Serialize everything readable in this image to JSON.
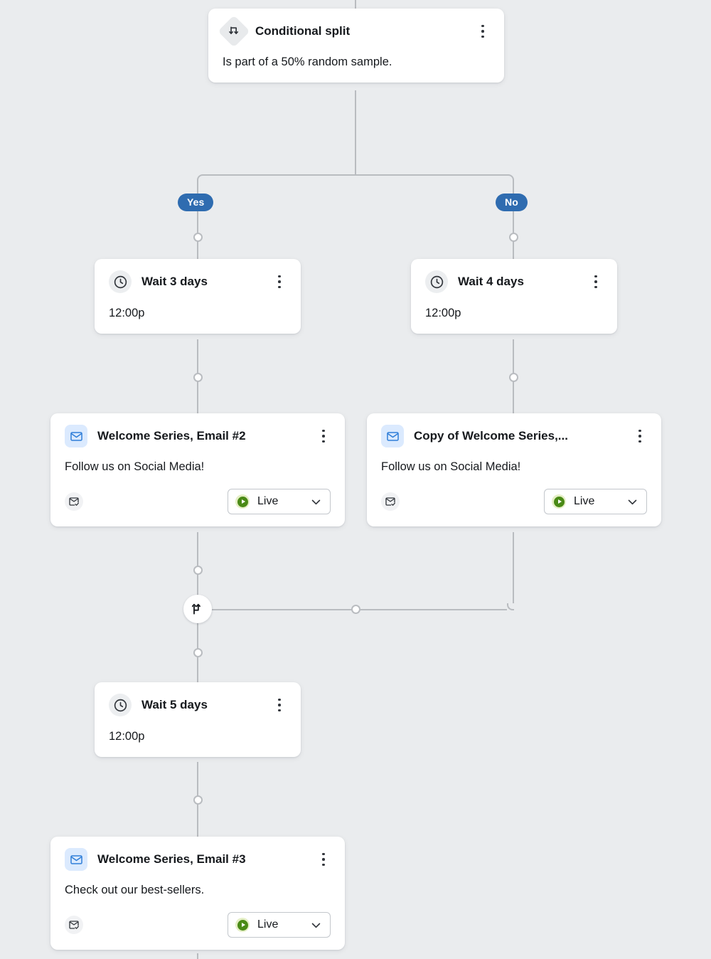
{
  "canvas": {
    "background": "#eaecee",
    "connector_color": "#b9bcc0",
    "accent_blue": "#2f6cb0",
    "status_green": "#4a8a16",
    "email_icon_blue": "#2f7ed8"
  },
  "nodes": {
    "conditional_split": {
      "icon": "split-arrows-icon",
      "title": "Conditional split",
      "description": "Is part of a 50% random sample.",
      "menu": "kebab-menu-icon"
    },
    "branches": [
      {
        "label": "Yes"
      },
      {
        "label": "No"
      }
    ],
    "wait_yes": {
      "icon": "clock-icon",
      "title": "Wait 3 days",
      "detail": "12:00p",
      "menu": "kebab-menu-icon"
    },
    "wait_no": {
      "icon": "clock-icon",
      "title": "Wait 4 days",
      "detail": "12:00p",
      "menu": "kebab-menu-icon"
    },
    "email_yes": {
      "icon": "envelope-icon",
      "title": "Welcome Series, Email #2",
      "subject": "Follow us on Social Media!",
      "foot_icon": "envelope-check-icon",
      "status": "Live",
      "status_icon": "play-circle-icon",
      "chevron": "chevron-down-icon",
      "menu": "kebab-menu-icon"
    },
    "email_no": {
      "icon": "envelope-icon",
      "title": "Copy of Welcome Series,...",
      "subject": "Follow us on Social Media!",
      "foot_icon": "envelope-check-icon",
      "status": "Live",
      "status_icon": "play-circle-icon",
      "chevron": "chevron-down-icon",
      "menu": "kebab-menu-icon"
    },
    "merge": {
      "icon": "merge-paths-icon"
    },
    "wait_merged": {
      "icon": "clock-icon",
      "title": "Wait 5 days",
      "detail": "12:00p",
      "menu": "kebab-menu-icon"
    },
    "email_final": {
      "icon": "envelope-icon",
      "title": "Welcome Series, Email #3",
      "subject": "Check out our best-sellers.",
      "foot_icon": "envelope-check-icon",
      "status": "Live",
      "status_icon": "play-circle-icon",
      "chevron": "chevron-down-icon",
      "menu": "kebab-menu-icon"
    }
  }
}
